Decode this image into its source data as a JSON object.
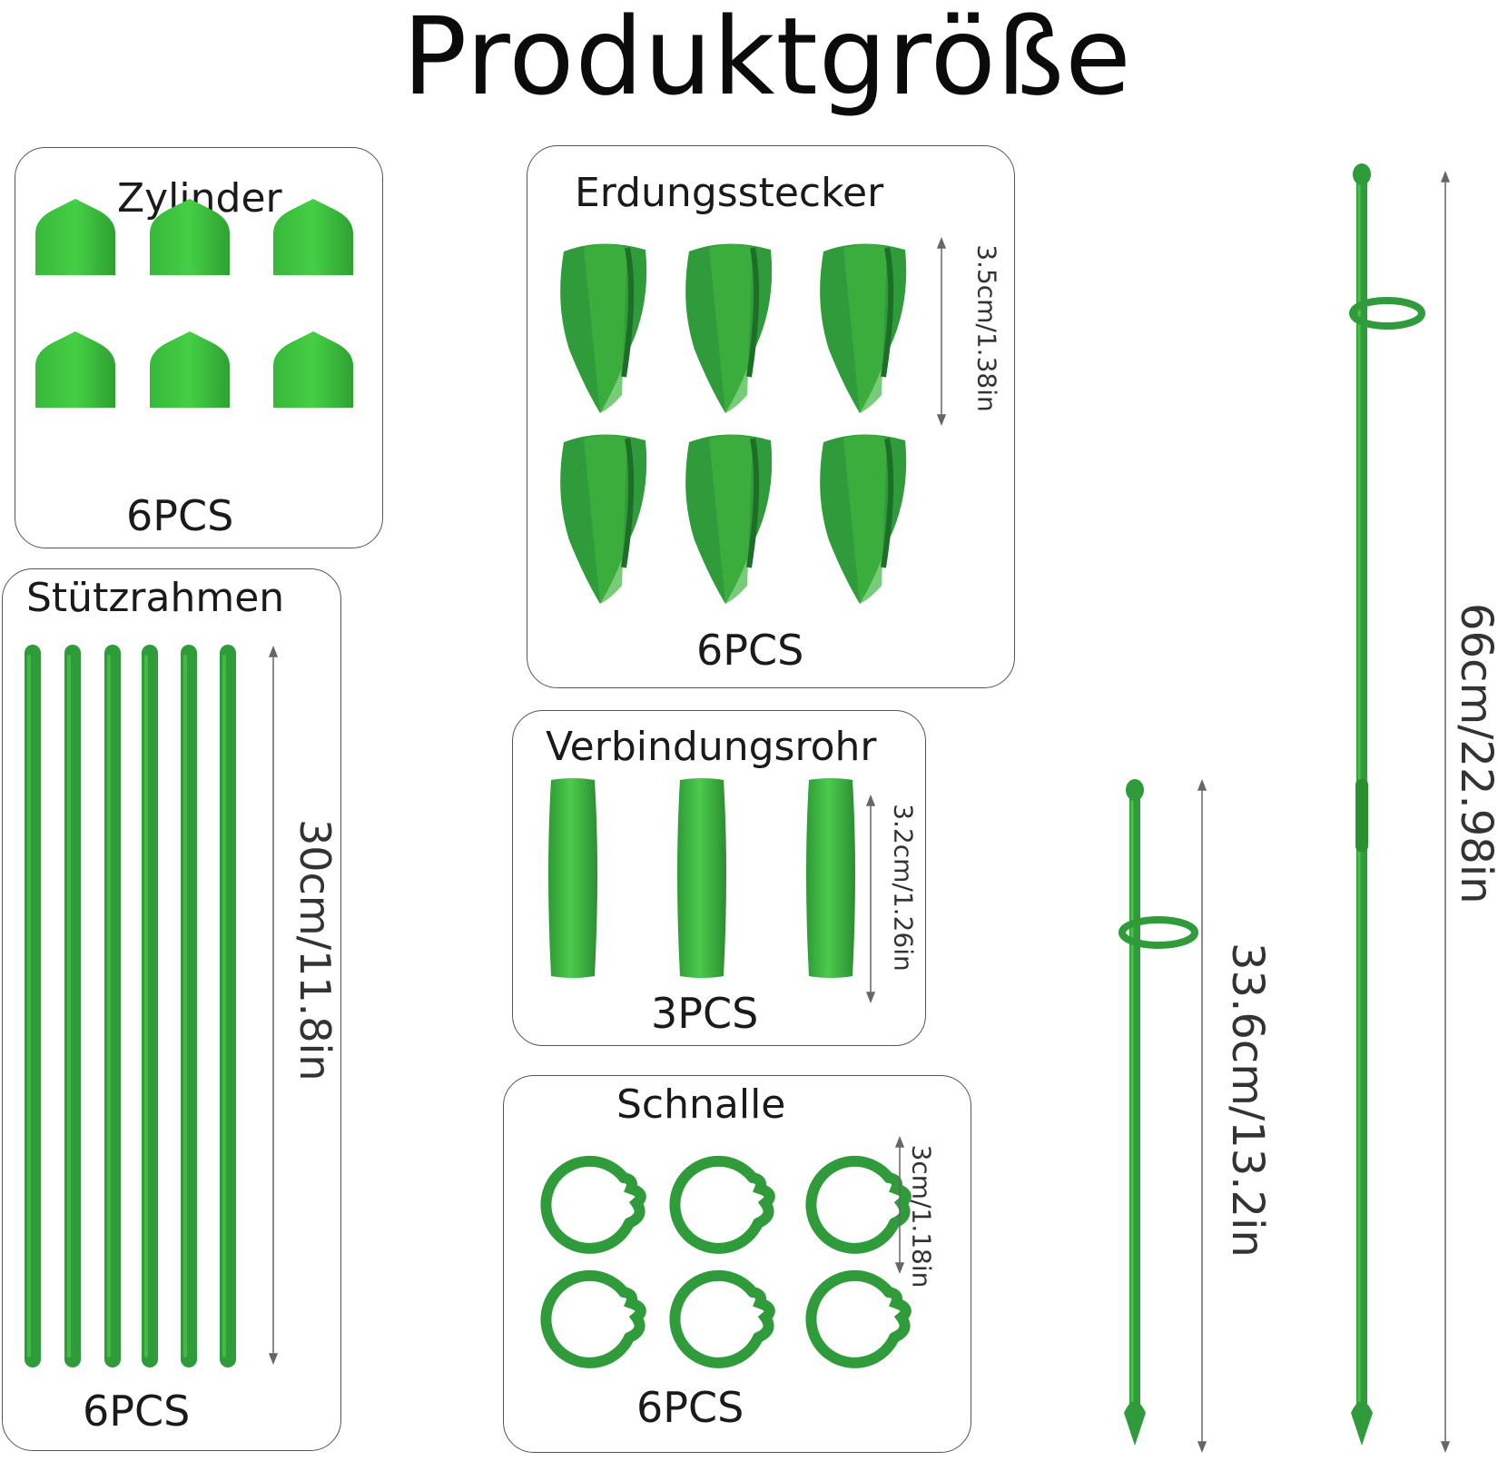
{
  "title": "Produktgröße",
  "cards": {
    "zylinder": {
      "title": "Zylinder",
      "count": "6PCS"
    },
    "stuetzrahmen": {
      "title": "Stützrahmen",
      "count": "6PCS",
      "dimension": "30cm/11.8in"
    },
    "erdungsstecker": {
      "title": "Erdungsstecker",
      "count": "6PCS",
      "dimension": "3.5cm/1.38in"
    },
    "verbindungsrohr": {
      "title": "Verbindungsrohr",
      "count": "3PCS",
      "dimension": "3.2cm/1.26in"
    },
    "schnalle": {
      "title": "Schnalle",
      "count": "6PCS",
      "dimension": "3cm/1.18in"
    }
  },
  "stakes": {
    "short": {
      "dimension": "33.6cm/13.2in"
    },
    "long": {
      "dimension": "66cm/22.98in"
    }
  },
  "colors": {
    "green": "#2f9b3a",
    "green_light": "#3fc33f",
    "green_dark": "#1f6e28",
    "card_border": "#555555"
  }
}
